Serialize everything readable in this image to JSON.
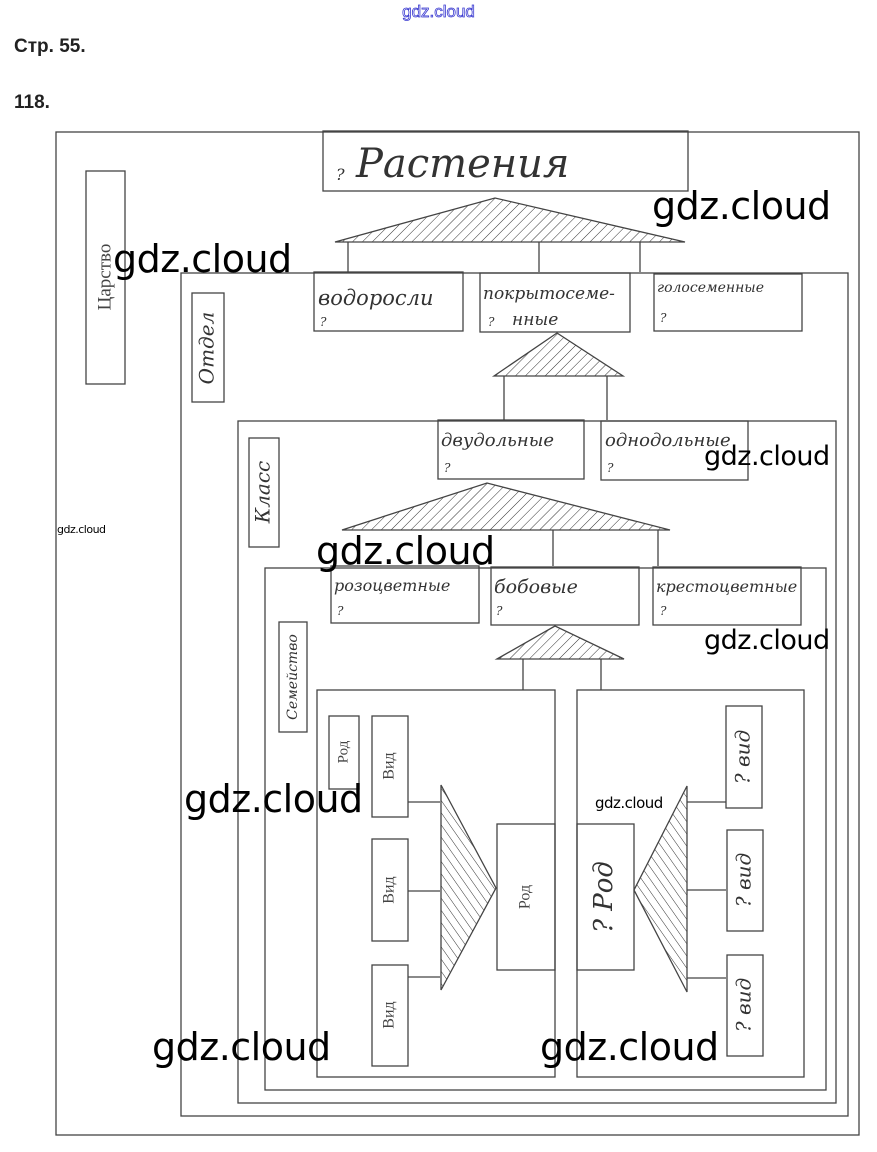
{
  "header": {
    "watermark": "gdz.cloud",
    "page_label": "Стр. 55.",
    "task_label": "118."
  },
  "diagram": {
    "kingdom": {
      "level_label": "Царство",
      "answer": "Растения"
    },
    "division": {
      "level_label": "Отдел",
      "items": [
        "водоросли",
        "покрытосеменные",
        "голосеменные"
      ],
      "item_lines": [
        [
          "водоросли"
        ],
        [
          "покрытосеме-",
          "нные"
        ],
        [
          "голосеменные"
        ]
      ]
    },
    "class": {
      "level_label": "Класс",
      "items": [
        "двудольные",
        "однодольные"
      ]
    },
    "family": {
      "level_label": "Семейство",
      "items": [
        "розоцветные",
        "бобовые",
        "крестоцветные"
      ]
    },
    "genus_left": {
      "legend_genus": "Род",
      "genus": "Род",
      "species": [
        "Вид",
        "Вид",
        "Вид"
      ]
    },
    "genus_right": {
      "genus": "? Род",
      "species": [
        "? вид",
        "? вид",
        "? вид"
      ]
    },
    "question_mark": "?"
  },
  "watermarks": [
    "gdz.cloud",
    "gdz.cloud",
    "gdz.cloud",
    "gdz.cloud",
    "gdz.cloud",
    "gdz.cloud",
    "gdz.cloud",
    "gdz.cloud",
    "gdz.cloud",
    "gdz.cloud"
  ]
}
